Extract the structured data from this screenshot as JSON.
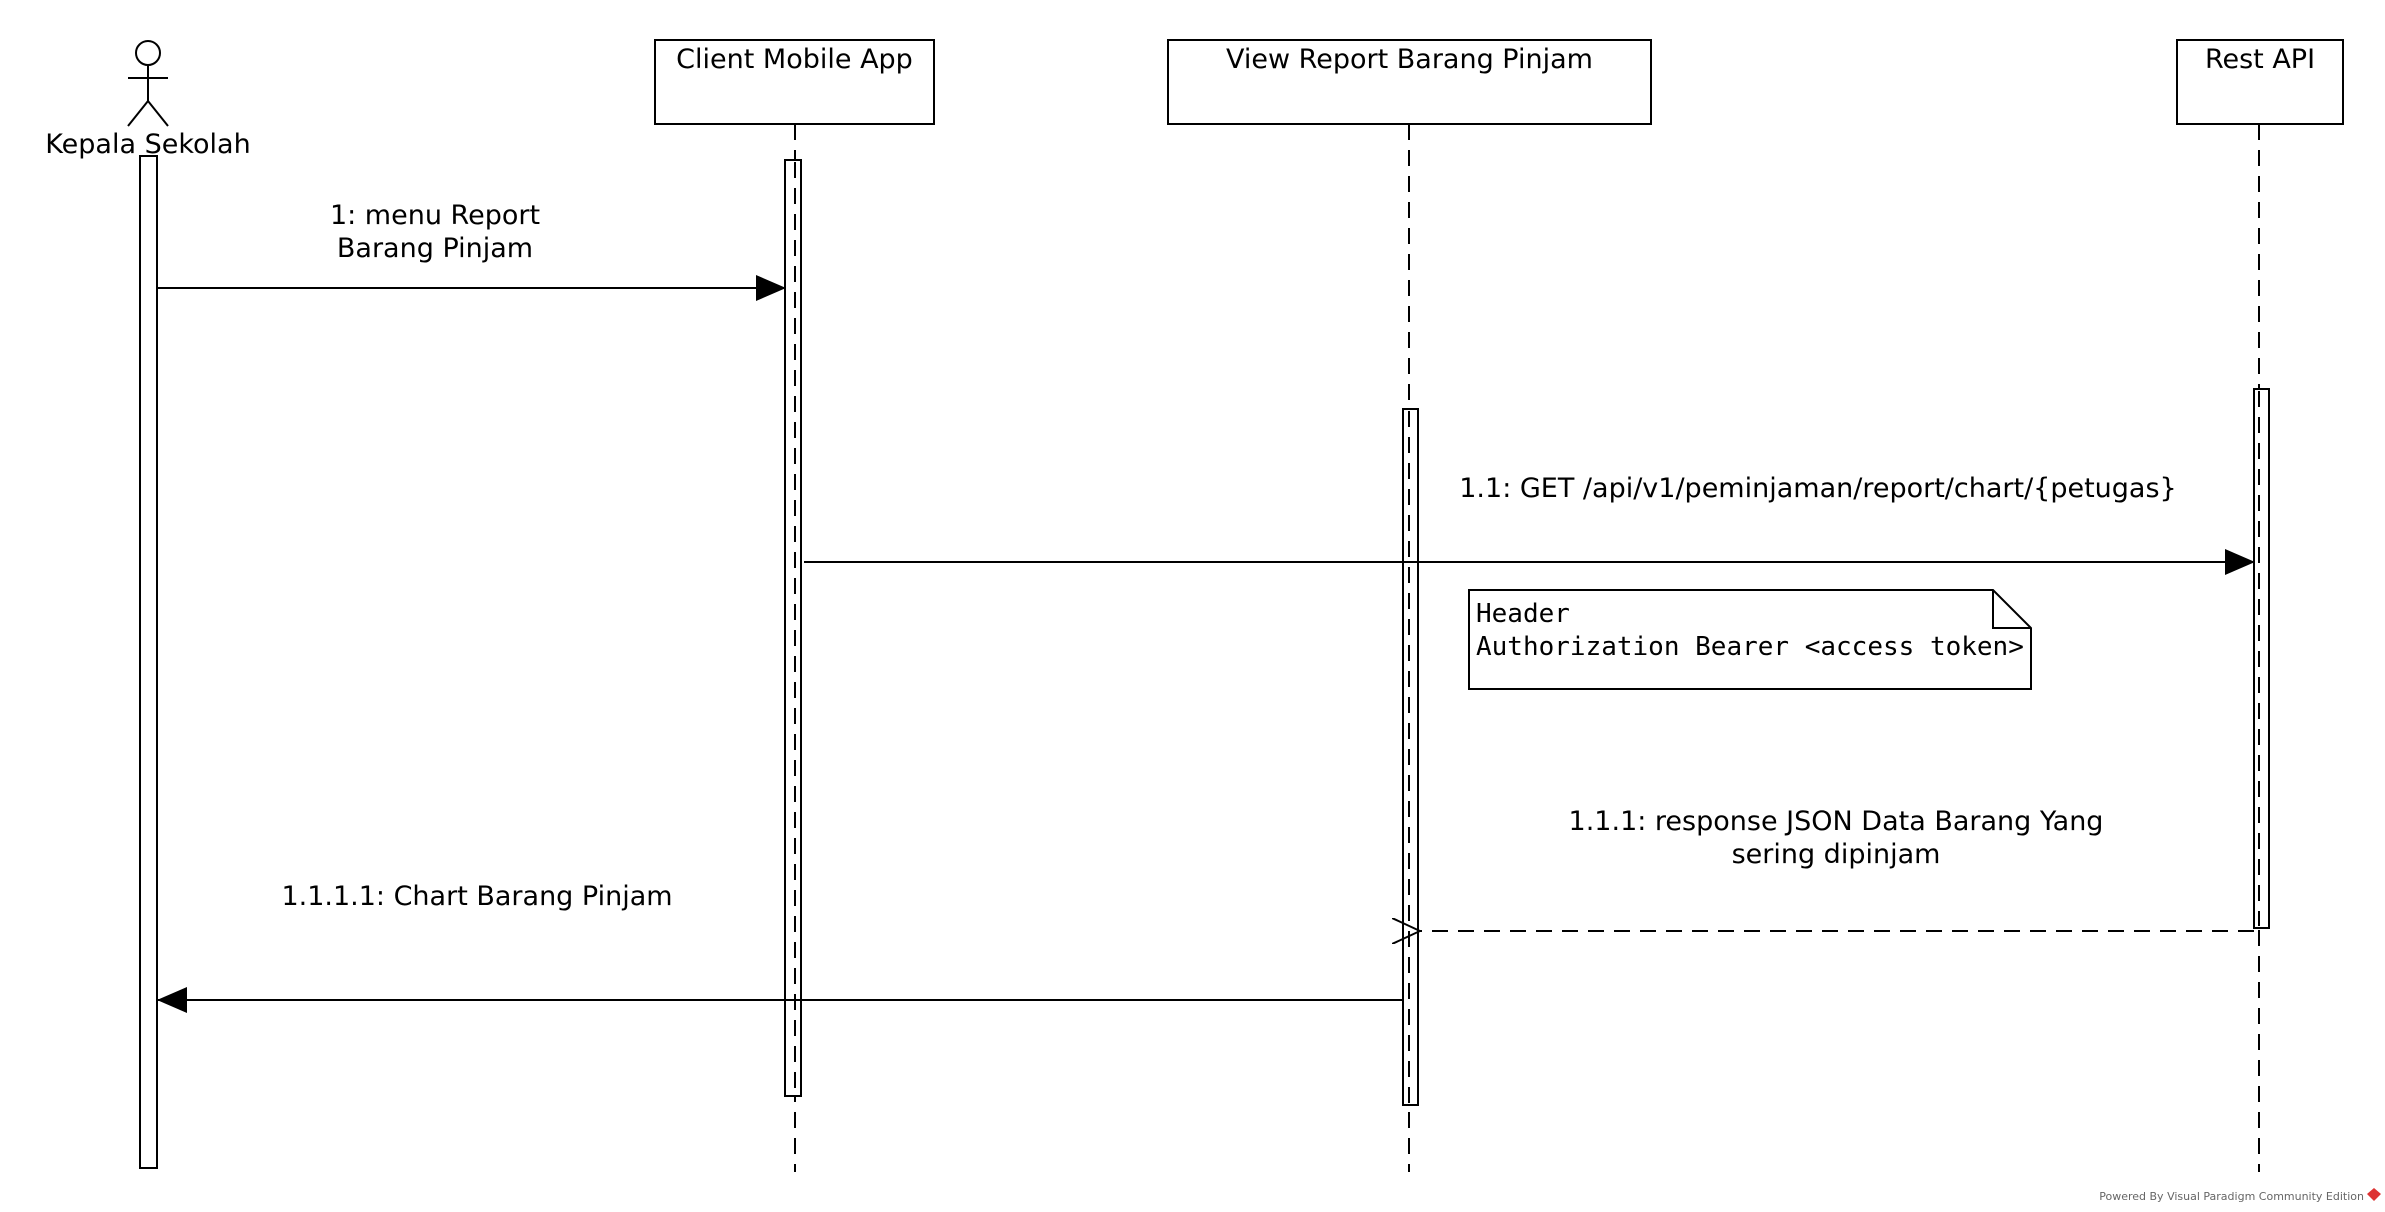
{
  "participants": [
    {
      "id": "actor",
      "name": "Kepala Sekolah"
    },
    {
      "id": "client",
      "name": "Client Mobile App"
    },
    {
      "id": "view",
      "name": "View Report Barang Pinjam"
    },
    {
      "id": "api",
      "name": "Rest API"
    }
  ],
  "messages": [
    {
      "lines": [
        "1: menu Report",
        "Barang Pinjam"
      ]
    },
    {
      "lines": [
        "1.1: GET /api/v1/peminjaman/report/chart/{petugas}"
      ]
    },
    {
      "lines": [
        "1.1.1: response JSON Data Barang Yang",
        "sering dipinjam"
      ]
    },
    {
      "lines": [
        "1.1.1.1: Chart Barang Pinjam"
      ]
    }
  ],
  "note": {
    "lines": [
      "Header",
      "Authorization Bearer <access token>"
    ]
  },
  "watermark": "Powered By Visual Paradigm Community Edition"
}
